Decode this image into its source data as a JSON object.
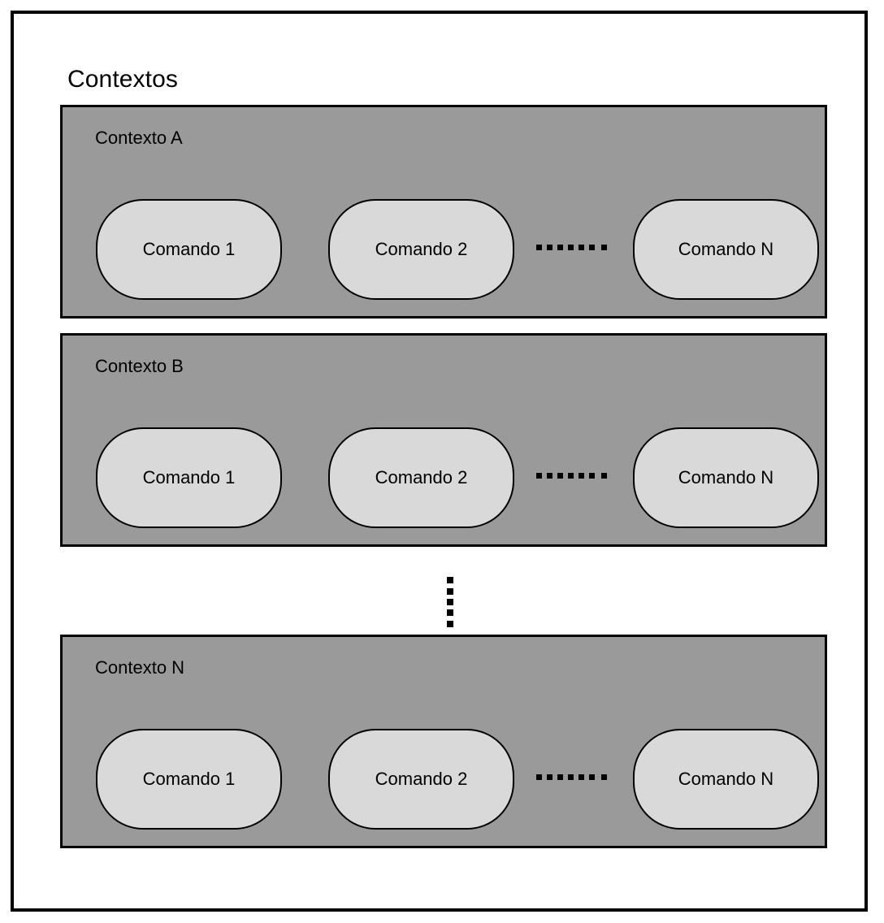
{
  "diagram": {
    "title": "Contextos",
    "panel_color": "#9a9a9a",
    "box_color": "#d9d9d9",
    "border_color": "#000000",
    "background_color": "#ffffff",
    "contexts": [
      {
        "label": "Contexto A",
        "commands": [
          {
            "label": "Comando 1"
          },
          {
            "label": "Comando 2"
          },
          {
            "label": "Comando N"
          }
        ],
        "connector": "horizontal-dotted"
      },
      {
        "label": "Contexto B",
        "commands": [
          {
            "label": "Comando 1"
          },
          {
            "label": "Comando 2"
          },
          {
            "label": "Comando N"
          }
        ],
        "connector": "horizontal-dotted"
      },
      {
        "label": "Contexto N",
        "commands": [
          {
            "label": "Comando 1"
          },
          {
            "label": "Comando 2"
          },
          {
            "label": "Comando N"
          }
        ],
        "connector": "horizontal-dotted"
      }
    ],
    "ellipsis": {
      "orientation": "vertical",
      "dot_count": 5,
      "meaning": "more contexts"
    }
  }
}
